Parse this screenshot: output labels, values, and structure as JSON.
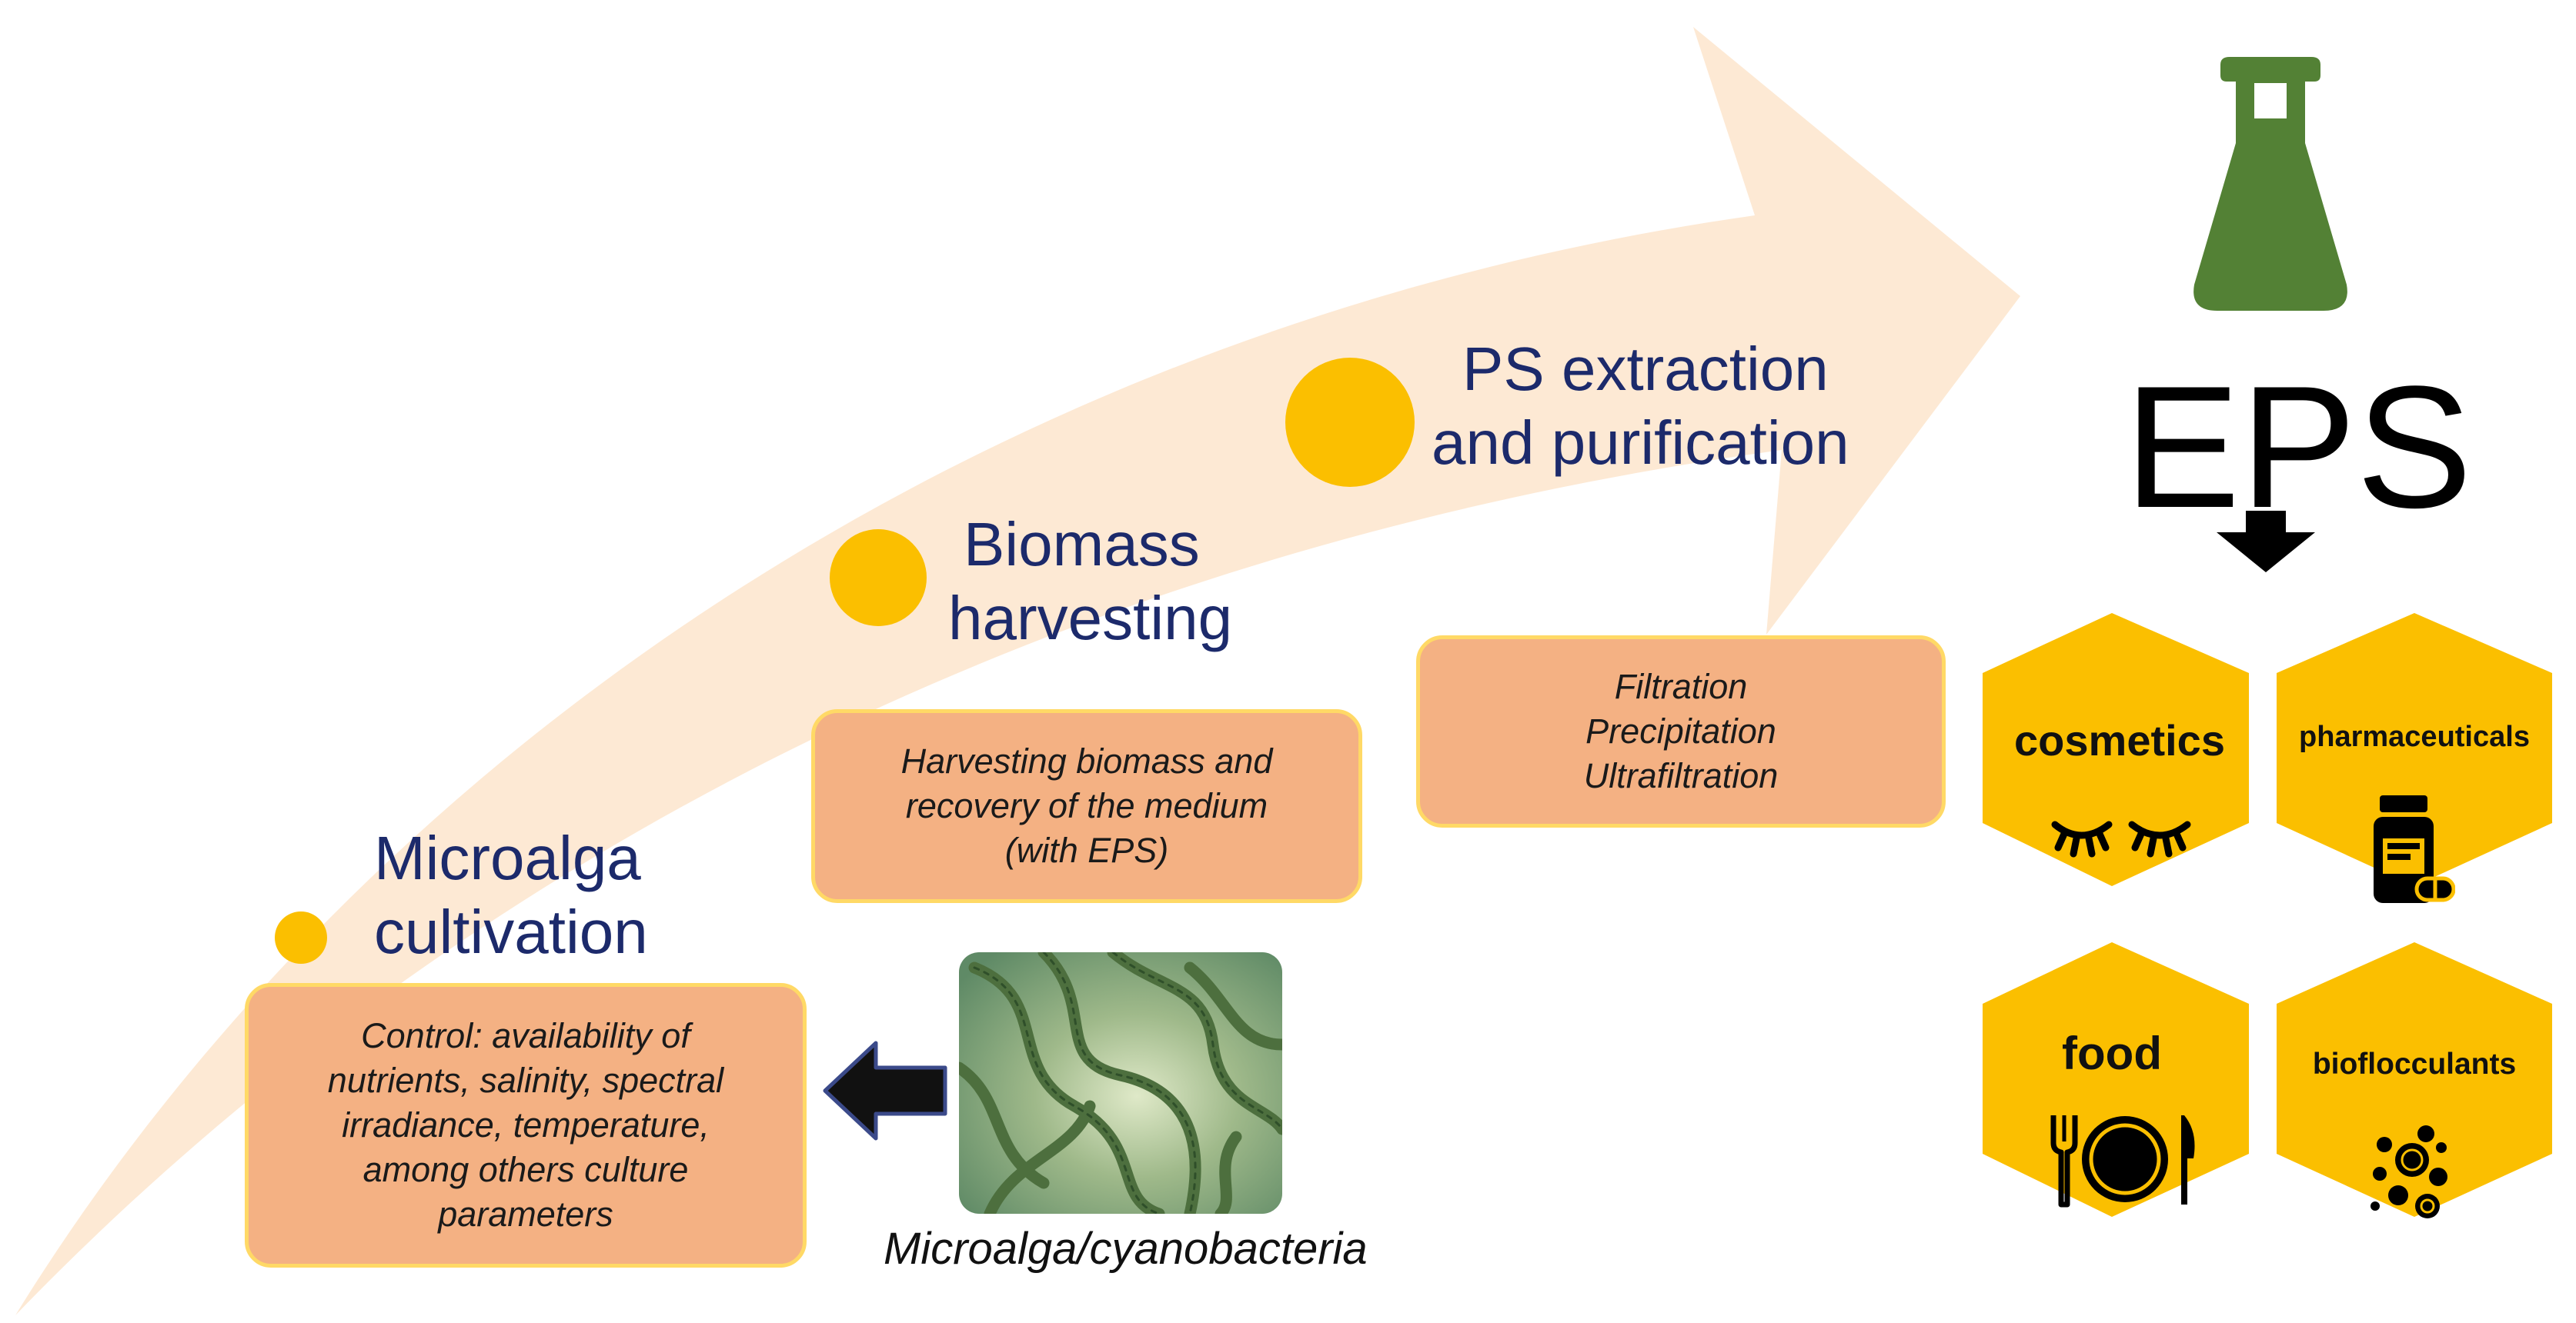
{
  "steps": [
    {
      "line1": "Microalga",
      "line2": "cultivation"
    },
    {
      "line1": "Biomass",
      "line2": "harvesting"
    },
    {
      "line1": "PS extraction",
      "line2": "and purification"
    }
  ],
  "notes": {
    "cultivation": [
      "Control: availability of",
      "nutrients, salinity, spectral",
      "irradiance, temperature,",
      "among others culture",
      "parameters"
    ],
    "harvesting": [
      "Harvesting biomass and",
      "recovery of the medium",
      "(with EPS)"
    ],
    "purification": [
      "Filtration",
      "Precipitation",
      "Ultrafiltration"
    ]
  },
  "product": {
    "label": "EPS"
  },
  "micro_caption": "Microalga/cyanobacteria",
  "applications": {
    "cosmetics": "cosmetics",
    "pharmaceuticals": "pharmaceuticals",
    "food": "food",
    "bioflocculants": "bioflocculants"
  },
  "icons": {
    "flask": "erlenmeyer-flask-icon",
    "down_arrow": "down-arrow-icon",
    "left_arrow": "left-arrow-icon",
    "cosmetics": "closed-eyes-lashes-icon",
    "pharmaceuticals": "pill-bottle-icon",
    "food": "plate-fork-knife-icon",
    "bioflocculants": "bubbles-icon"
  },
  "colors": {
    "arc": "#fde9d4",
    "step_circle": "#fbbf00",
    "step_title": "#1c2a6b",
    "note_fill": "#f4b183",
    "note_border": "#ffd966",
    "hexagon": "#fbbf00",
    "flask": "#538135"
  }
}
